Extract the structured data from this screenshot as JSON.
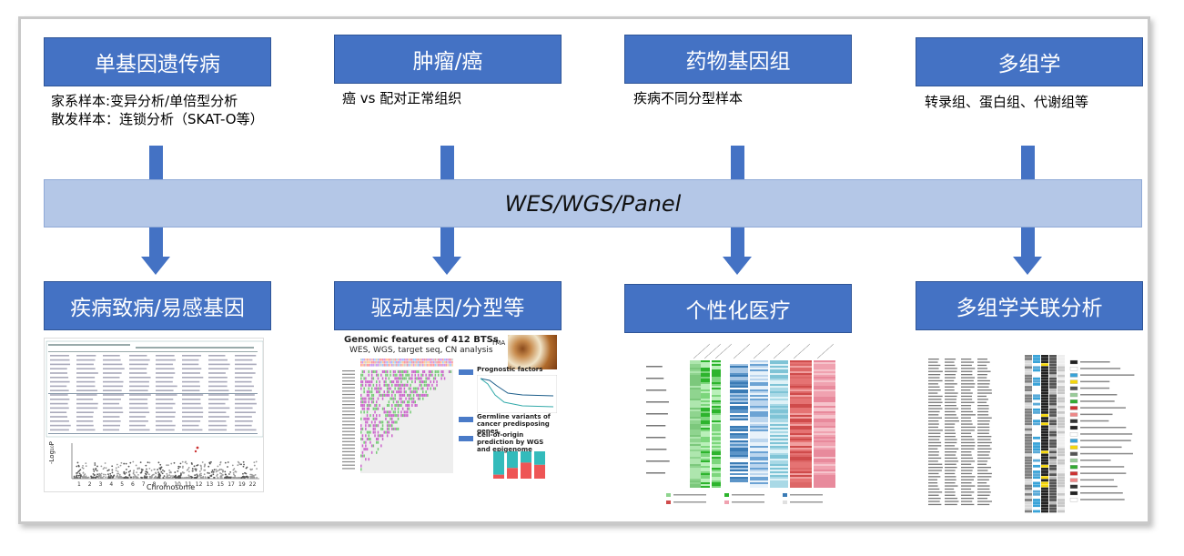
{
  "top_boxes": [
    {
      "label": "单基因遗传病",
      "notes": [
        "家系样本:变异分析/单倍型分析",
        "散发样本：连锁分析（SKAT-O等）"
      ]
    },
    {
      "label": "肿瘤/癌",
      "notes": [
        "癌 vs 配对正常组织"
      ]
    },
    {
      "label": "药物基因组",
      "notes": [
        "疾病不同分型样本"
      ]
    },
    {
      "label": "多组学",
      "notes": [
        "转录组、蛋白组、代谢组等"
      ]
    }
  ],
  "band_label": "WES/WGS/Panel",
  "bottom_boxes": [
    "疾病致病/易感基因",
    "驱动基因/分型等",
    "个性化医疗",
    "多组学关联分析"
  ],
  "thumb2": {
    "title": "Genomic features of 412 BTSs",
    "subtitle": "WES, WGS, target seq, CN analysis",
    "tma": "TMA",
    "items": [
      "Prognostic factors",
      "Germline variants of cancer predisposing genes",
      "Cell-of-origin prediction by WGS and epigenome"
    ]
  },
  "thumb1": {
    "xlabel": "Chromosome",
    "ylabel": "-Log₁₀P",
    "ticks": [
      "1",
      "2",
      "3",
      "4",
      "5",
      "6",
      "7",
      "8",
      "9",
      "10",
      "11",
      "12",
      "13",
      "15",
      "17",
      "19",
      "22"
    ]
  },
  "colors": {
    "box": "#4472c4",
    "band": "#b4c7e7"
  }
}
